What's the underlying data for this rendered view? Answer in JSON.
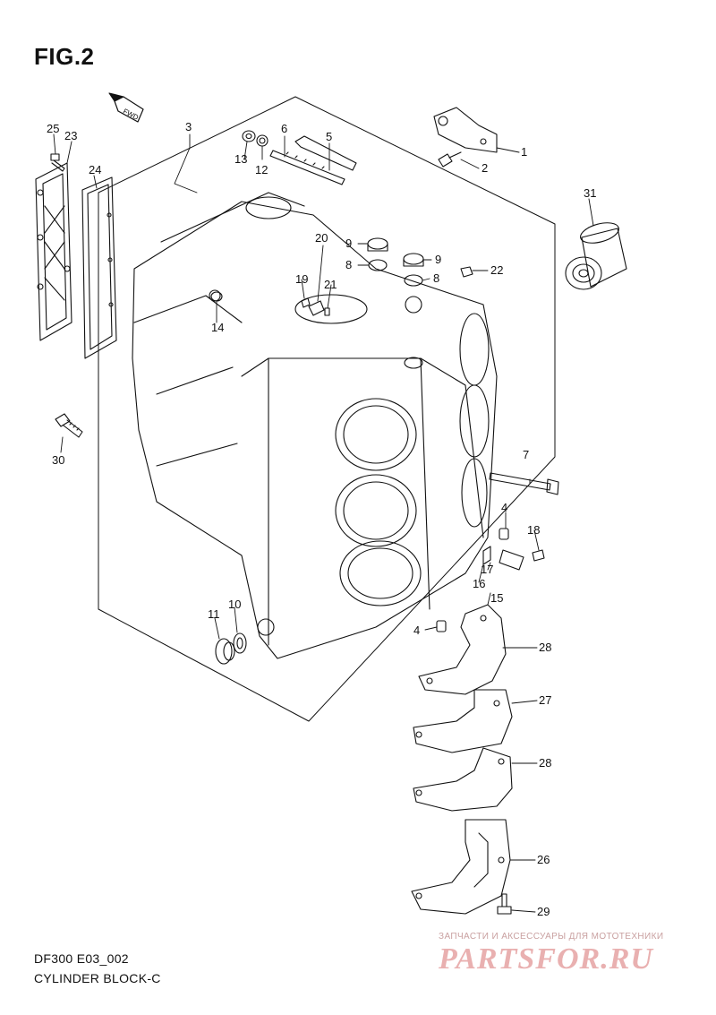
{
  "figure": {
    "title": "FIG.2"
  },
  "direction_tag": "FWD",
  "callouts": [
    {
      "id": "c1",
      "label": "1"
    },
    {
      "id": "c2",
      "label": "2"
    },
    {
      "id": "c3",
      "label": "3"
    },
    {
      "id": "c4a",
      "label": "4"
    },
    {
      "id": "c4b",
      "label": "4"
    },
    {
      "id": "c5",
      "label": "5"
    },
    {
      "id": "c6",
      "label": "6"
    },
    {
      "id": "c7",
      "label": "7"
    },
    {
      "id": "c8a",
      "label": "8"
    },
    {
      "id": "c8b",
      "label": "8"
    },
    {
      "id": "c9a",
      "label": "9"
    },
    {
      "id": "c9b",
      "label": "9"
    },
    {
      "id": "c10",
      "label": "10"
    },
    {
      "id": "c11",
      "label": "11"
    },
    {
      "id": "c12",
      "label": "12"
    },
    {
      "id": "c13",
      "label": "13"
    },
    {
      "id": "c14",
      "label": "14"
    },
    {
      "id": "c15",
      "label": "15"
    },
    {
      "id": "c16",
      "label": "16"
    },
    {
      "id": "c17",
      "label": "17"
    },
    {
      "id": "c18",
      "label": "18"
    },
    {
      "id": "c19",
      "label": "19"
    },
    {
      "id": "c20",
      "label": "20"
    },
    {
      "id": "c21",
      "label": "21"
    },
    {
      "id": "c22",
      "label": "22"
    },
    {
      "id": "c23",
      "label": "23"
    },
    {
      "id": "c24",
      "label": "24"
    },
    {
      "id": "c25",
      "label": "25"
    },
    {
      "id": "c26",
      "label": "26"
    },
    {
      "id": "c27",
      "label": "27"
    },
    {
      "id": "c28a",
      "label": "28"
    },
    {
      "id": "c28b",
      "label": "28"
    },
    {
      "id": "c29",
      "label": "29"
    },
    {
      "id": "c30",
      "label": "30"
    },
    {
      "id": "c31",
      "label": "31"
    }
  ],
  "footer": {
    "model": "DF300 E03_002",
    "name": "CYLINDER BLOCK-C"
  },
  "watermark": {
    "tagline": "ЗАПЧАСТИ И АКСЕССУАРЫ ДЛЯ МОТОТЕХНИКИ",
    "brand": "PARTSFOR.RU"
  }
}
